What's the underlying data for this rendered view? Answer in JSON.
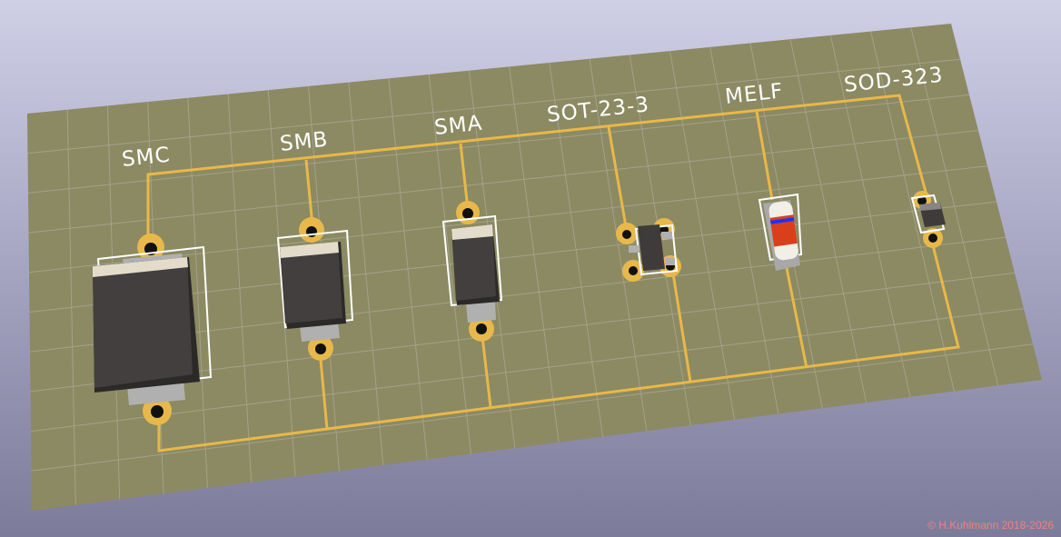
{
  "viewer": {
    "labels": [
      "SMC",
      "SMB",
      "SMA",
      "SOT-23-3",
      "MELF",
      "SOD-323"
    ],
    "copyright": "© H.Kuhlmann 2018-2026"
  },
  "colors": {
    "board": "#8b8a62",
    "grid": "#a9a89a",
    "trace": "#e8b84a",
    "silkscreen": "#ffffff",
    "body": "#3f3b3b",
    "melf_red": "#d8401c",
    "melf_band": "#1a33ff"
  }
}
